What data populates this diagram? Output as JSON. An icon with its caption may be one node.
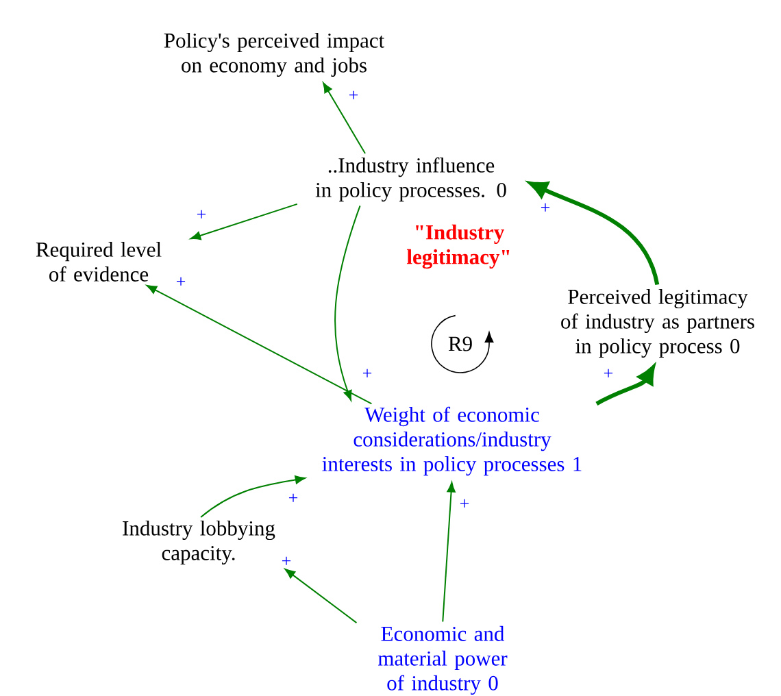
{
  "diagram": {
    "nodes": [
      {
        "text": [
          "Policy's perceived impact on economy and jobs"
        ]
      },
      {
        "text": [
          "..Industry influence in policy processes. 0"
        ]
      },
      {
        "text": [
          "Required level of evidence"
        ]
      },
      {
        "text": [
          "Perceived legitimacy of industry as partners in policy process 0"
        ]
      },
      {
        "text": [
          "Weight of economic considerations/industry interests in policy processes 1"
        ]
      },
      {
        "text": [
          "Industry lobbying capacity."
        ]
      },
      {
        "text": [
          "Economic and material power of industry 0"
        ]
      }
    ],
    "edges": [
      {
        "from": 1,
        "to": 0,
        "arrow": "to",
        "label": "+"
      },
      {
        "from": 1,
        "to": 2,
        "arrow": "to",
        "label": "+"
      },
      {
        "from": 4,
        "to": 2,
        "arrow": "to",
        "label": "+"
      },
      {
        "from": 1,
        "to": 4,
        "arrow": "to",
        "label": "+"
      },
      {
        "from": 3,
        "to": 1,
        "arrow": "to",
        "label": "+",
        "style": "thick"
      },
      {
        "from": 4,
        "to": 3,
        "arrow": "to",
        "label": "+",
        "style": "thick"
      },
      {
        "from": 5,
        "to": 4,
        "arrow": "to",
        "label": "+"
      },
      {
        "from": 6,
        "to": 5,
        "arrow": "to",
        "label": "+"
      },
      {
        "from": 6,
        "to": 4,
        "arrow": "to",
        "label": "+"
      }
    ],
    "labels": [
      "\"Industry legitimacy\"",
      "R9"
    ]
  }
}
